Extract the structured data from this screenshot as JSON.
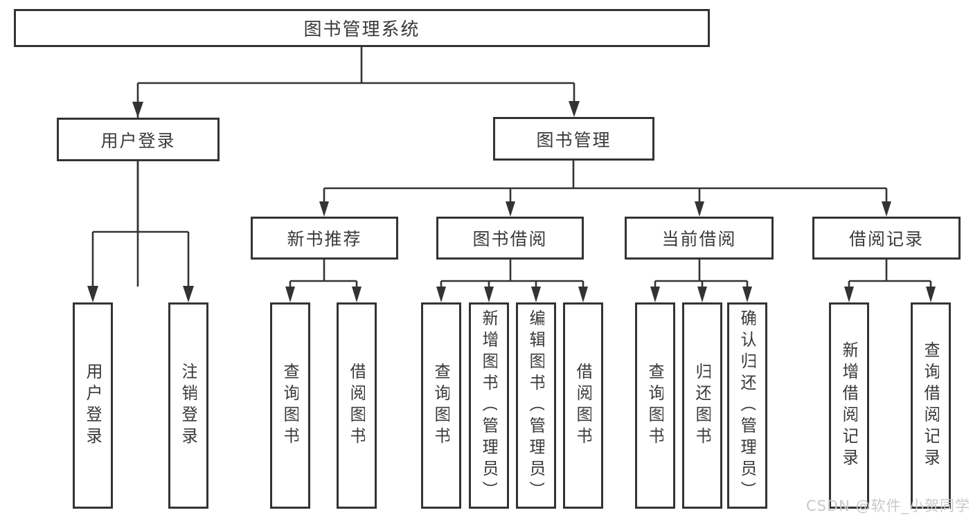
{
  "diagram": {
    "type": "hierarchy-tree",
    "root": {
      "label": "图书管理系统"
    },
    "level2": {
      "user_login": {
        "label": "用户登录"
      },
      "book_mgmt": {
        "label": "图书管理"
      }
    },
    "level3": {
      "new_book_rec": {
        "label": "新书推荐"
      },
      "book_borrow": {
        "label": "图书借阅"
      },
      "current_borrow": {
        "label": "当前借阅"
      },
      "borrow_record": {
        "label": "借阅记录"
      }
    },
    "leaves": [
      {
        "label": "用户登录",
        "parent": "用户登录"
      },
      {
        "label": "注销登录",
        "parent": "用户登录"
      },
      {
        "label": "查询图书",
        "parent": "新书推荐"
      },
      {
        "label": "借阅图书",
        "parent": "新书推荐"
      },
      {
        "label": "查询图书",
        "parent": "图书借阅"
      },
      {
        "label": "新增图书（管理员）",
        "parent": "图书借阅"
      },
      {
        "label": "编辑图书（管理员）",
        "parent": "图书借阅"
      },
      {
        "label": "借阅图书",
        "parent": "图书借阅"
      },
      {
        "label": "查询图书",
        "parent": "当前借阅"
      },
      {
        "label": "归还图书",
        "parent": "当前借阅"
      },
      {
        "label": "确认归还（管理员）",
        "parent": "当前借阅"
      },
      {
        "label": "新增借阅记录",
        "parent": "借阅记录"
      },
      {
        "label": "查询借阅记录",
        "parent": "借阅记录"
      }
    ],
    "watermark": "CSDN @软件_小贺同学",
    "colors": {
      "line": "#333333",
      "text": "#3a3a3a",
      "box_background": "#ffffff",
      "watermark": "#c9c9c9",
      "page_background": "#ffffff"
    }
  }
}
